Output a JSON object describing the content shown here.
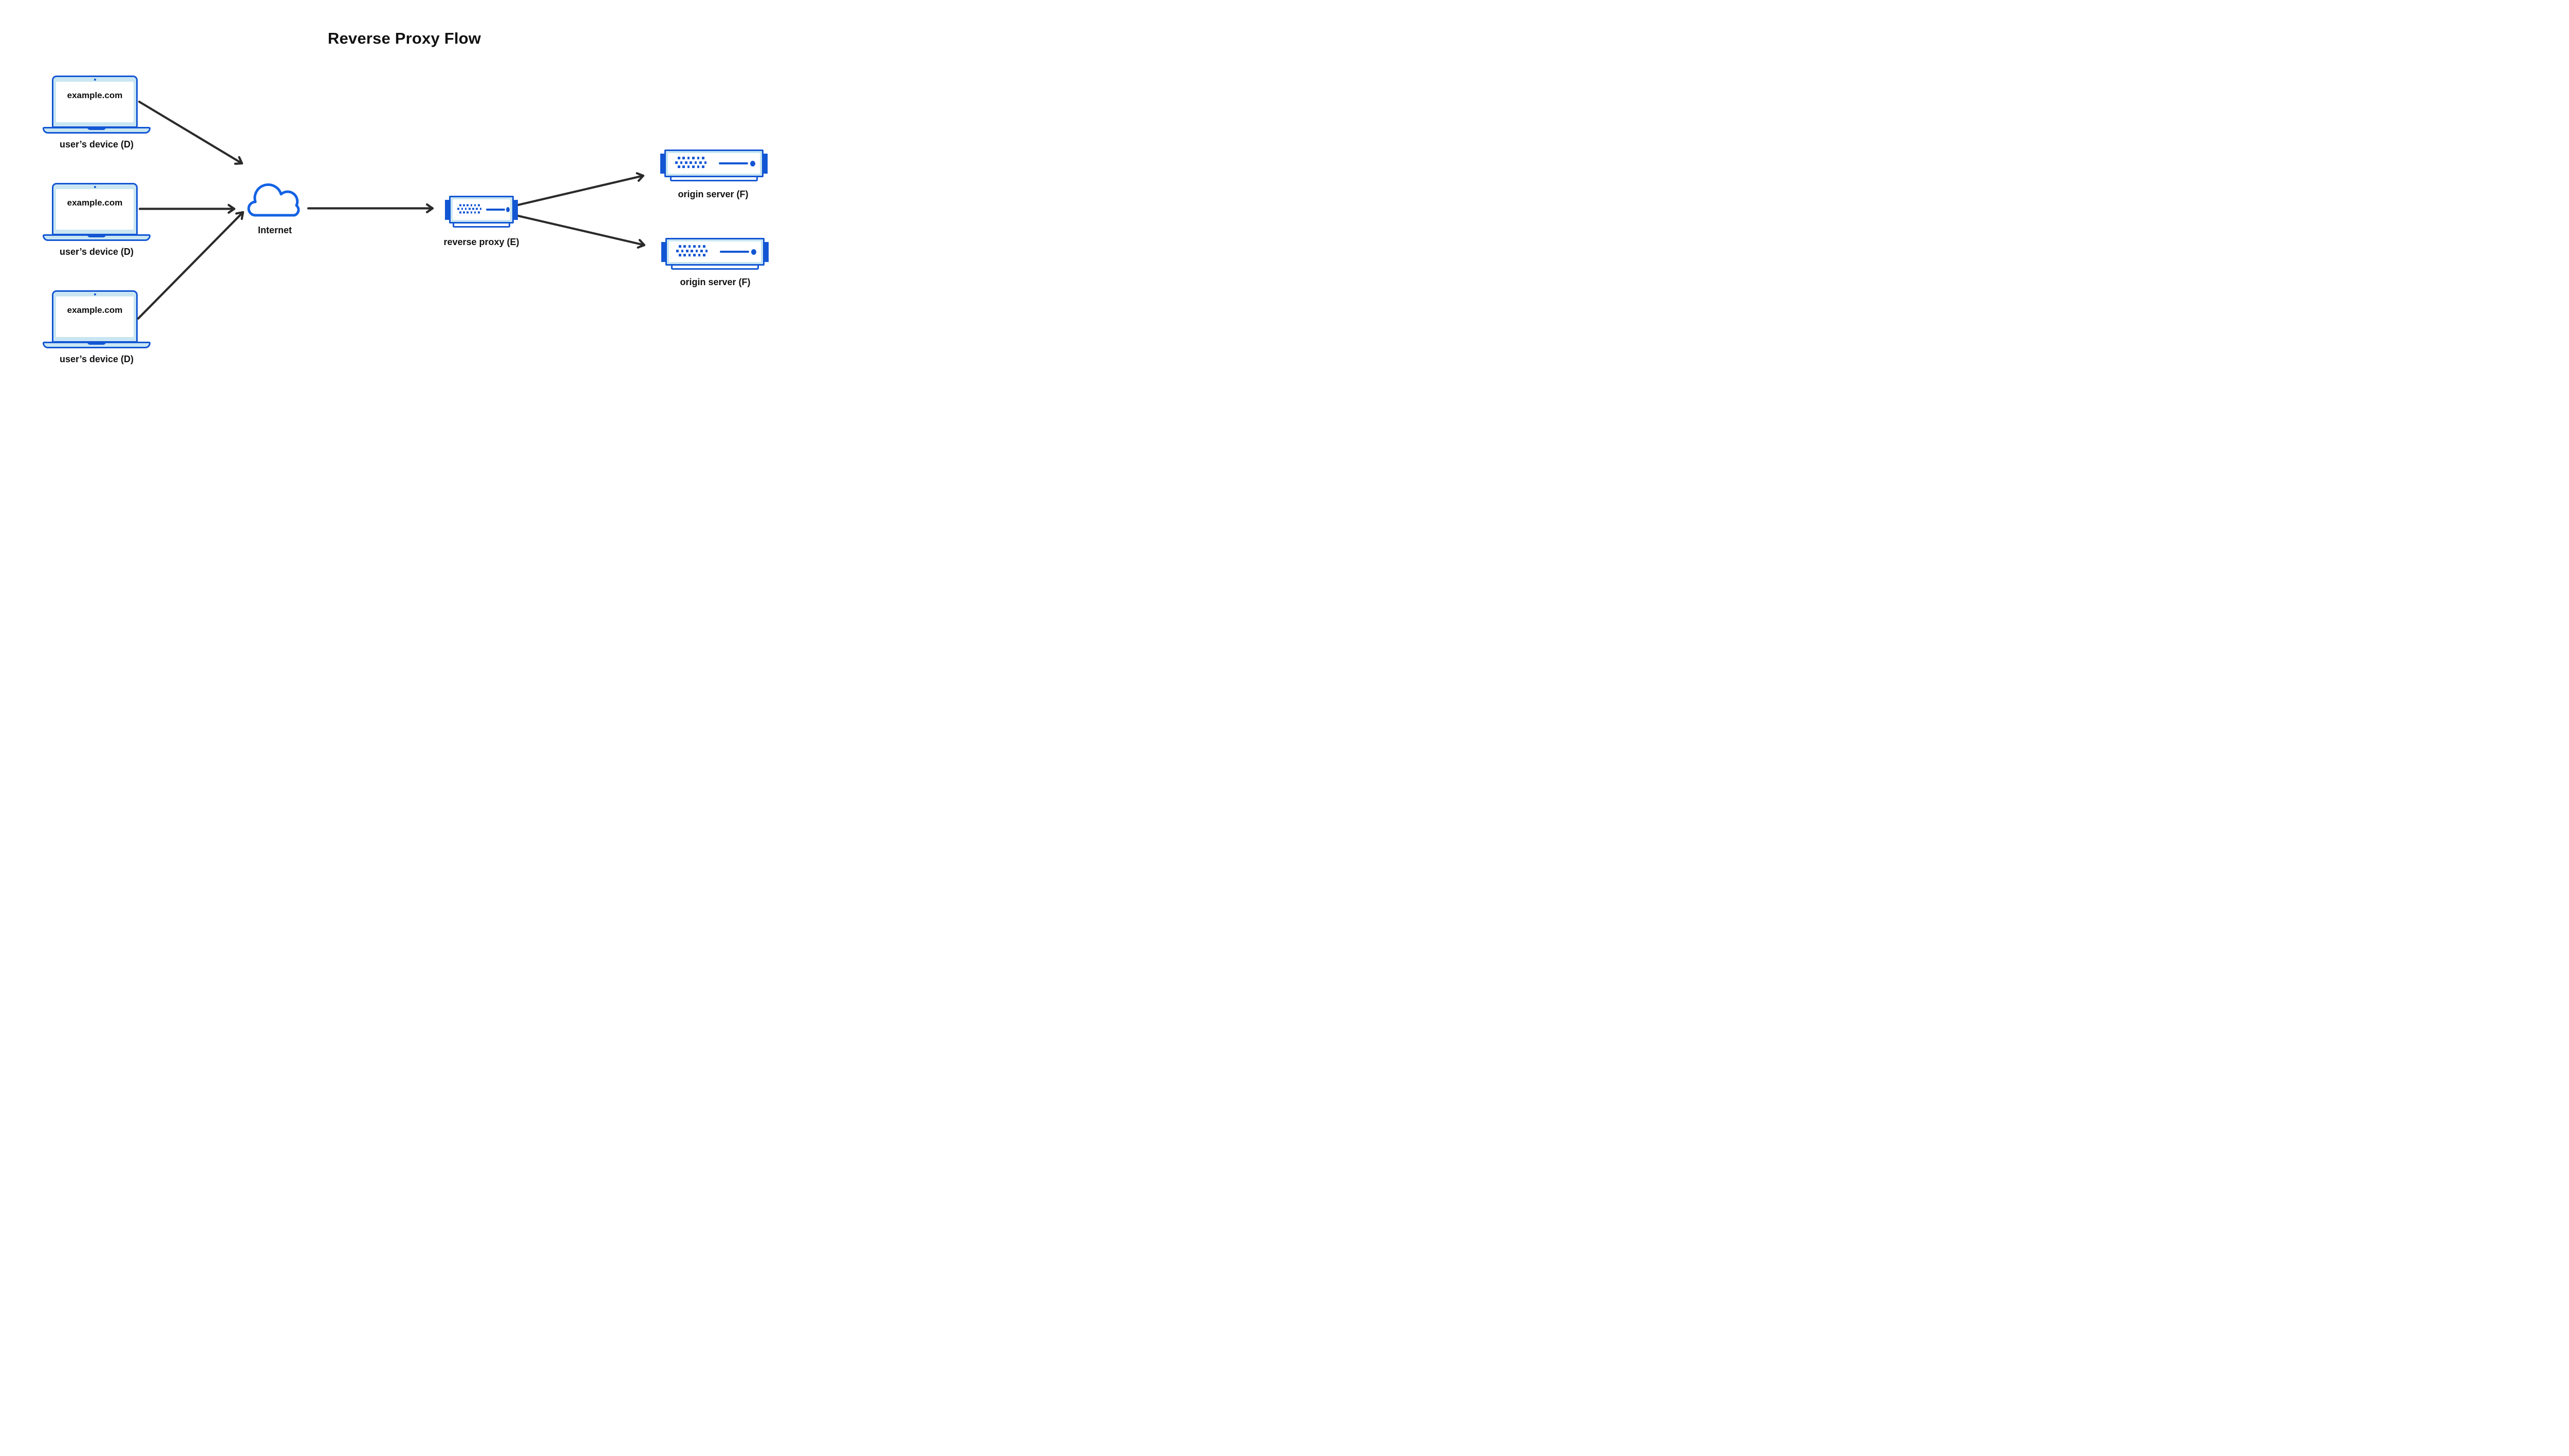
{
  "title": "Reverse Proxy Flow",
  "nodes": {
    "devices": [
      {
        "screen_text": "example.com",
        "label": "user’s device (D)"
      },
      {
        "screen_text": "example.com",
        "label": "user’s device (D)"
      },
      {
        "screen_text": "example.com",
        "label": "user’s device (D)"
      }
    ],
    "internet": {
      "label": "Internet"
    },
    "proxy": {
      "label": "reverse proxy (E)"
    },
    "origins": [
      {
        "label": "origin server (F)"
      },
      {
        "label": "origin server (F)"
      }
    ]
  },
  "connections": [
    {
      "from": "user-device-1",
      "to": "internet"
    },
    {
      "from": "user-device-2",
      "to": "internet"
    },
    {
      "from": "user-device-3",
      "to": "internet"
    },
    {
      "from": "internet",
      "to": "reverse-proxy"
    },
    {
      "from": "reverse-proxy",
      "to": "origin-server-1"
    },
    {
      "from": "reverse-proxy",
      "to": "origin-server-2"
    }
  ],
  "server_icon": {
    "dot_rows": [
      6,
      7,
      6
    ]
  },
  "icons": [
    "laptop-icon",
    "cloud-icon",
    "server-icon",
    "arrow-icon"
  ],
  "colors": {
    "accent_blue": "#1356d4",
    "cloud_blue": "#1462e4",
    "light_blue": "#c9e6f2",
    "arrow": "#2b2b2b",
    "text": "#111111",
    "background": "#ffffff"
  }
}
